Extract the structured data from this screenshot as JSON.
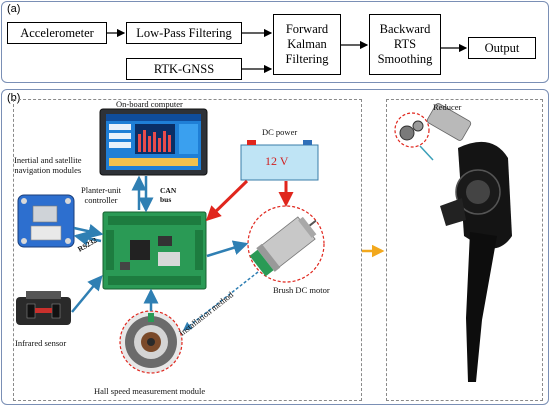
{
  "panel_a": {
    "label": "(a)",
    "boxes": {
      "accelerometer": "Accelerometer",
      "low_pass": "Low-Pass Filtering",
      "rtk_gnss": "RTK-GNSS",
      "kalman": "Forward\nKalman\nFiltering",
      "rts": "Backward\nRTS\nSmoothing",
      "output": "Output"
    }
  },
  "panel_b": {
    "label": "(b)",
    "captions": {
      "onboard_computer": "On-board computer",
      "dc_power": "DC power",
      "voltage": "12 V",
      "nav_modules": "Inertial and satellite\nnavigation modules",
      "planter_controller": "Planter-unit\ncontroller",
      "can_bus": "CAN\nbus",
      "rs232": "RS232",
      "installation_method": "Installation method",
      "brush_dc_motor": "Brush DC motor",
      "infrared_sensor": "Infrared sensor",
      "hall_module": "Hall speed measurement module",
      "reducer": "Reducer"
    }
  },
  "colors": {
    "panel_border": "#7a8fb5",
    "arrow_blue": "#2f7fb3",
    "arrow_red": "#e0261d",
    "arrow_orange": "#f2a81d",
    "pcb_green": "#2a9a55",
    "battery_fill": "#bfe4f5"
  }
}
